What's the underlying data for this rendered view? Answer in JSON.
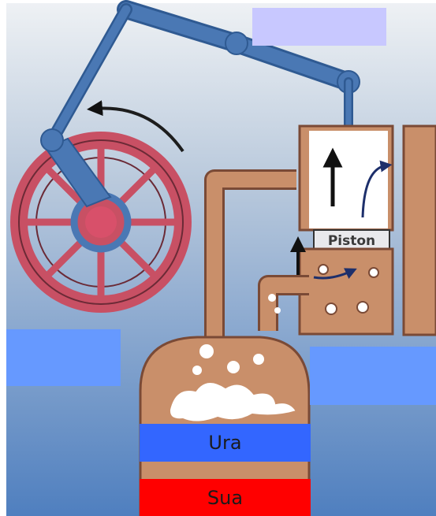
{
  "diagram": {
    "piston_label": "Piston",
    "water_label": "Ura",
    "fire_label": "Sua",
    "colors": {
      "sky_top": "#eef1f4",
      "sky_bottom": "#4f7fbf",
      "wheel": "#c85064",
      "linkage": "#4a78b4",
      "copper": "#c98f6a",
      "copper_dark": "#7a4a36",
      "cylinder": "#ffffff",
      "bubbles": "#ffffff",
      "placeholder_lavender": "#c8c8ff",
      "placeholder_blue": "#6699ff",
      "water_label_bg": "#3366ff",
      "fire_label_bg": "#ff0000"
    },
    "icons": [
      "rotation-arrow-icon",
      "up-arrow-icon",
      "steam-flow-arrow-icon"
    ]
  }
}
